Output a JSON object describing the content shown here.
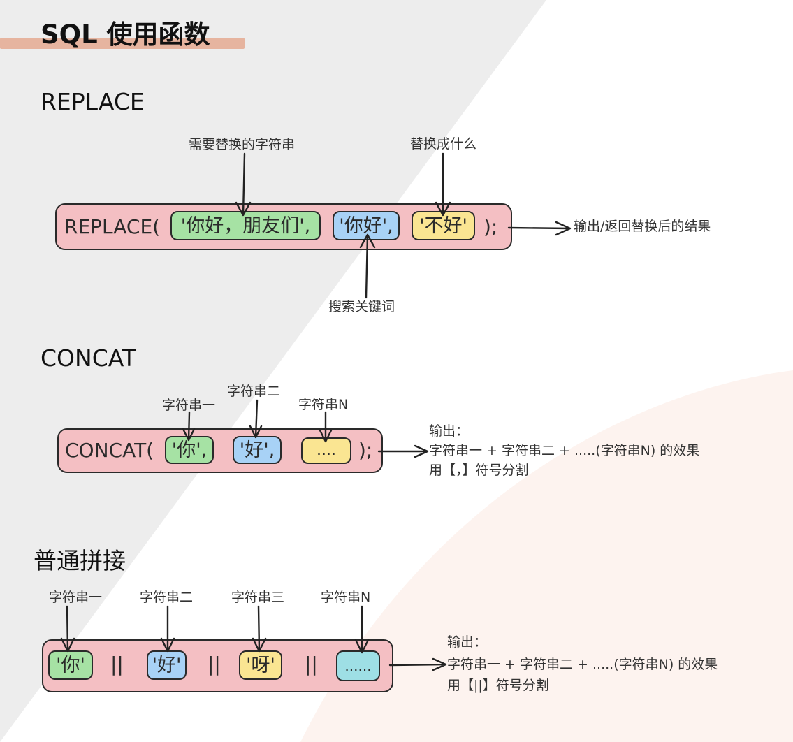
{
  "title": "SQL 使用函数",
  "replace": {
    "heading": "REPLACE",
    "func": "REPLACE(",
    "arg1": "'你好，朋友们',",
    "arg2": "'你好',",
    "arg3": "'不好'",
    "close": ");",
    "label_source": "需要替换的字符串",
    "label_to": "替换成什么",
    "label_search": "搜索关键词",
    "output": "输出/返回替换后的结果"
  },
  "concat": {
    "heading": "CONCAT",
    "func": "CONCAT(",
    "arg1": "'你',",
    "arg2": "'好',",
    "arg3": "....",
    "close": ");",
    "label_1": "字符串一",
    "label_2": "字符串二",
    "label_n": "字符串N",
    "output_title": "输出：",
    "output_line1": "字符串一 + 字符串二 + .....(字符串N) 的效果",
    "output_line2": "用【，】符号分割"
  },
  "pipe": {
    "heading": "普通拼接",
    "chip1": "'你'",
    "chip2": "'好'",
    "chip3": "'呀'",
    "chip4": "......",
    "op": "||",
    "label_1": "字符串一",
    "label_2": "字符串二",
    "label_3": "字符串三",
    "label_n": "字符串N",
    "output_title": "输出：",
    "output_line1": "字符串一 + 字符串二 + .....(字符串N) 的效果",
    "output_line2": "用【||】符号分割"
  },
  "colors": {
    "pill": "#f4bfc3",
    "green": "#a6e2a4",
    "blue": "#a8d2f6",
    "yellow": "#fae592",
    "cyan": "#9edfe5",
    "title_underline": "#e6b49f"
  }
}
